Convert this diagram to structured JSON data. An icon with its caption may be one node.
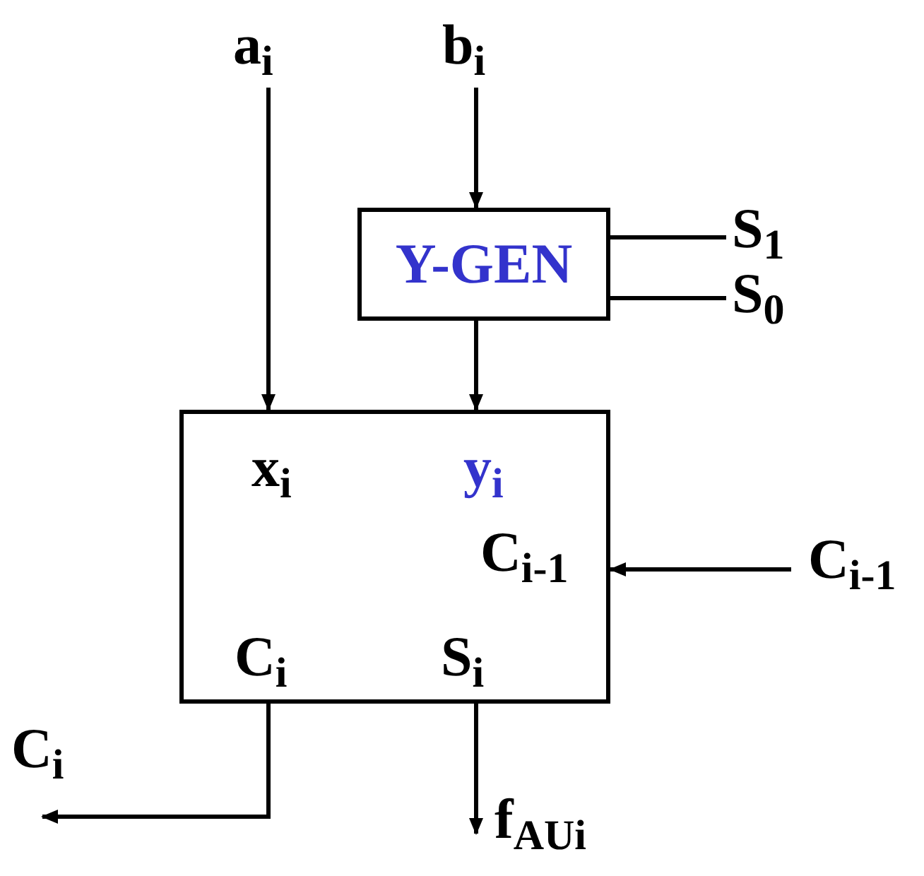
{
  "diagram": {
    "nodes": [
      {
        "text": [
          "a$_{i}$"
        ]
      },
      {
        "text": [
          "b$_{i}$"
        ]
      },
      {
        "text": [
          "Y-GEN"
        ]
      },
      {
        "text": [
          "S$_{1}$"
        ]
      },
      {
        "text": [
          "S$_{0}$"
        ]
      },
      {
        "text": [
          "x$_{i}$",
          "y$_{i}$",
          "C$_{i-1}$",
          "C$_{i}$",
          "S$_{i}$"
        ]
      },
      {
        "text": [
          "C$_{i-1}$"
        ]
      },
      {
        "text": [
          "C$_{i}$"
        ]
      },
      {
        "text": [
          "f$_{AUi}$"
        ]
      }
    ],
    "edges": [
      {
        "from": 0,
        "to": 5,
        "arrow": "to"
      },
      {
        "from": 1,
        "to": 2,
        "arrow": "to"
      },
      {
        "from": 2,
        "to": 5,
        "arrow": "to"
      },
      {
        "from": 2,
        "to": 3,
        "arrow": "none"
      },
      {
        "from": 2,
        "to": 4,
        "arrow": "none"
      },
      {
        "from": 6,
        "to": 5,
        "arrow": "to"
      },
      {
        "from": 5,
        "to": 7,
        "arrow": "to"
      },
      {
        "from": 5,
        "to": 8,
        "arrow": "to"
      }
    ]
  }
}
